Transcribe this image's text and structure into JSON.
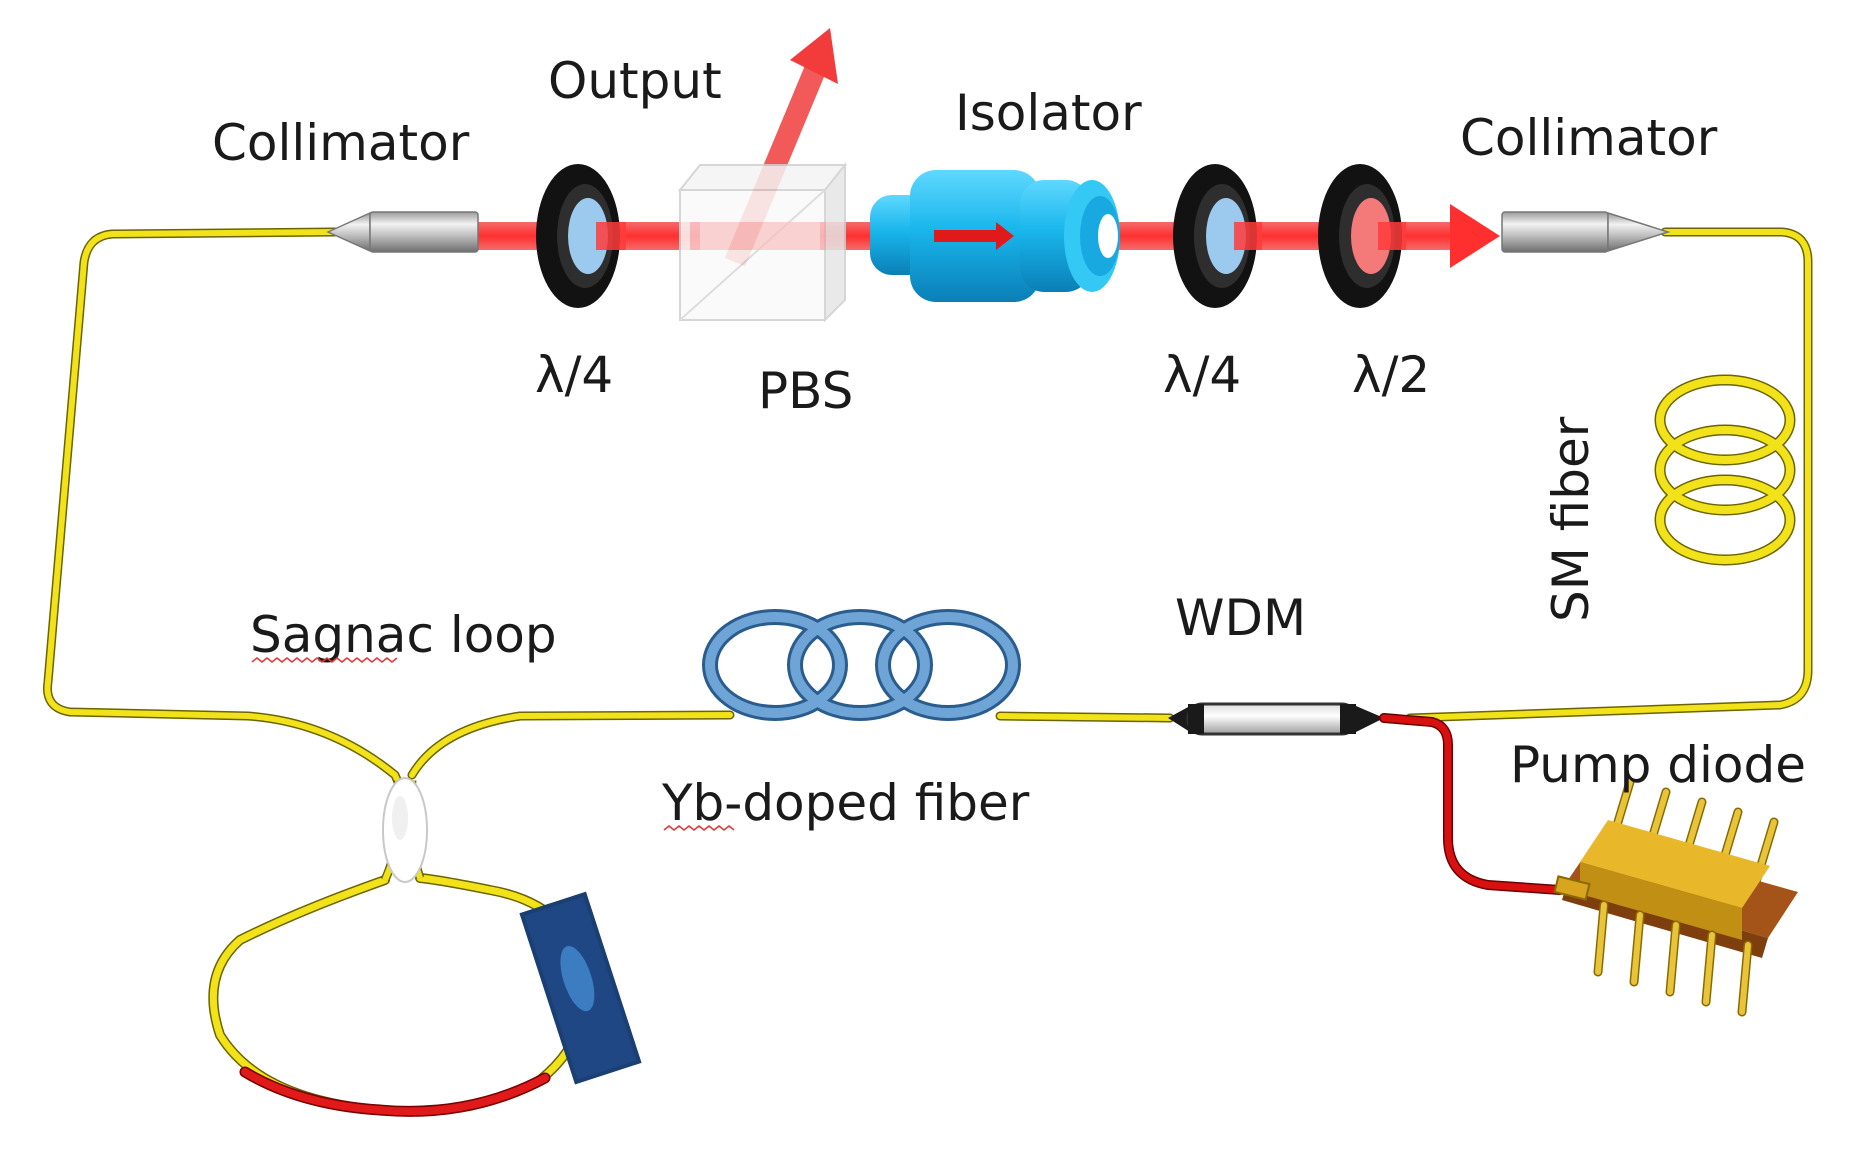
{
  "labels": {
    "collimator_left": "Collimator",
    "output": "Output",
    "isolator": "Isolator",
    "collimator_right": "Collimator",
    "qwp_left": "λ/4",
    "pbs": "PBS",
    "qwp_right": "λ/4",
    "hwp": "λ/2",
    "sm_fiber": "SM fiber",
    "sagnac_loop": "Sagnac loop",
    "wdm": "WDM",
    "yb_fiber": "Yb-doped fiber",
    "pump_diode": "Pump diode"
  },
  "colors": {
    "fiber": "#f2e21a",
    "fiber_outline": "#6b6400",
    "beam": "#ef3b3b",
    "pump_fiber": "#d81010",
    "isolator": "#19c3f2",
    "yb_coil": "#4f8fca",
    "pump_body": "#d4a017",
    "pump_base": "#b5651d"
  }
}
